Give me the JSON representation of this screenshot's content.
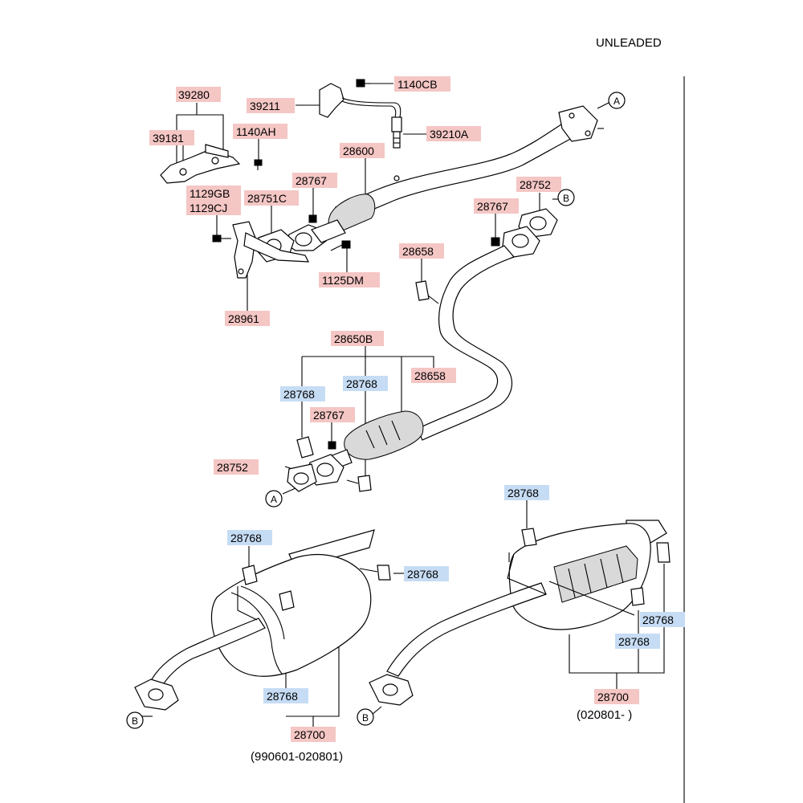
{
  "header": {
    "title": "UNLEADED"
  },
  "colors": {
    "red_label": "#f4c6c4",
    "blue_label": "#c6dcf4",
    "line": "#000000"
  },
  "labels": {
    "l39280": "39280",
    "l39211": "39211",
    "l1140CB": "1140CB",
    "l39181": "39181",
    "l1140AH": "1140AH",
    "l39210A": "39210A",
    "l28600": "28600",
    "l28767a": "28767",
    "l1129GB": "1129GB",
    "l1129CJ": "1129CJ",
    "l28751C": "28751C",
    "l28752a": "28752",
    "l28767b": "28767",
    "l28658a": "28658",
    "l1125DM": "1125DM",
    "l28961": "28961",
    "l28650B": "28650B",
    "l28658b": "28658",
    "l28768a": "28768",
    "l28768b": "28768",
    "l28767c": "28767",
    "l28752b": "28752",
    "l28768c": "28768",
    "l28768d": "28768",
    "l28768e": "28768",
    "l28768f": "28768",
    "l28700a": "28700",
    "l28768g": "28768",
    "l28768h": "28768",
    "l28700b": "28700"
  },
  "refs": {
    "a_top": "A",
    "b_top": "B",
    "a_mid": "A",
    "b_left": "B",
    "b_right": "B"
  },
  "captions": {
    "left_range": "(990601-020801)",
    "right_range": "(020801- )"
  }
}
